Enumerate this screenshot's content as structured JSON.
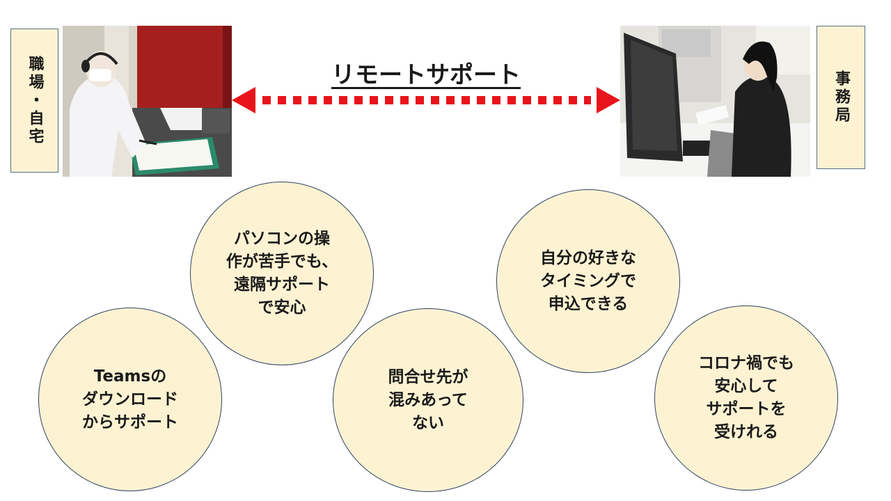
{
  "labels": {
    "left": "職場・自宅",
    "right": "事務局"
  },
  "title": "リモートサポート",
  "bubbles": {
    "pc": [
      "パソコンの操",
      "作が苦手でも、",
      "遠隔サポート",
      "で安心"
    ],
    "timing": [
      "自分の好きな",
      "タイミングで",
      "申込できる"
    ],
    "teams": [
      "Teamsの",
      "ダウンロード",
      "からサポート"
    ],
    "contact": [
      "問合せ先が",
      "混みあって",
      "ない"
    ],
    "corona": [
      "コロナ禍でも",
      "安心して",
      "サポートを",
      "受けれる"
    ]
  },
  "colors": {
    "bubble_fill": "#fdf3d3",
    "bubble_border": "#2f4263",
    "arrow": "#e8141b",
    "label_border": "#5a6e86"
  }
}
